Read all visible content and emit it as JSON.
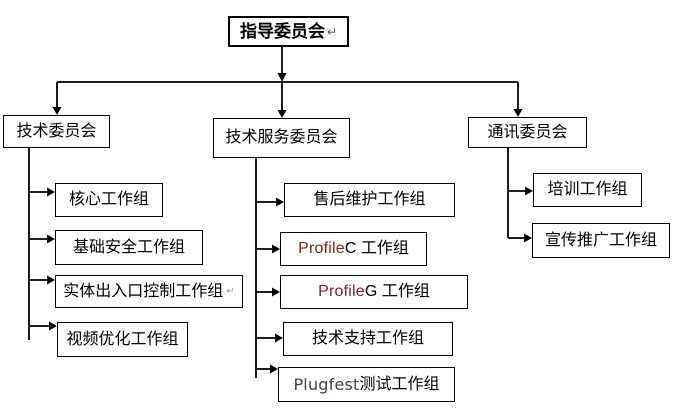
{
  "org": {
    "root": {
      "label": "指导委员会",
      "return_mark": "↵"
    },
    "level2": [
      {
        "label": "技术委员会"
      },
      {
        "label": "技术服务委员会"
      },
      {
        "label": "通讯委员会"
      }
    ],
    "tech_groups": [
      {
        "label": "核心工作组"
      },
      {
        "label": "基础安全工作组"
      },
      {
        "label": "实体出入口控制工作组",
        "trail_mark": "↵"
      },
      {
        "label": "视频优化工作组"
      }
    ],
    "service_groups": [
      {
        "label": "售后维护工作组"
      },
      {
        "prefix": "Profile",
        "rest": " C 工作组"
      },
      {
        "prefix": "Profile",
        "rest": " G 工作组"
      },
      {
        "label": "技术支持工作组"
      },
      {
        "prefix": "Plugfest",
        "rest": " 测试工作组"
      }
    ],
    "comm_groups": [
      {
        "label": "培训工作组"
      },
      {
        "label": "宣传推广工作组"
      }
    ]
  },
  "colors": {
    "background": "#ffffff",
    "line": "#000000",
    "box_border": "#000000",
    "text": "#000000",
    "profile_word": "#7b2424",
    "plugfest_word": "#3d4450",
    "return_mark": "#555555"
  }
}
